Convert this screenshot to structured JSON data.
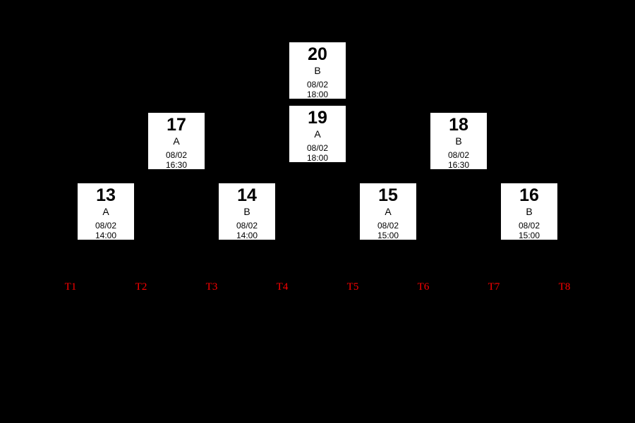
{
  "scene": {
    "background_color": "#000000",
    "match_box_color": "#ffffff",
    "match_text_color": "#000000",
    "team_label_color": "#ff0000"
  },
  "matches": [
    {
      "number": "13",
      "group": "A",
      "date": "08/02",
      "time": "14:00"
    },
    {
      "number": "14",
      "group": "B",
      "date": "08/02",
      "time": "14:00"
    },
    {
      "number": "15",
      "group": "A",
      "date": "08/02",
      "time": "15:00"
    },
    {
      "number": "16",
      "group": "B",
      "date": "08/02",
      "time": "15:00"
    },
    {
      "number": "17",
      "group": "A",
      "date": "08/02",
      "time": "16:30"
    },
    {
      "number": "18",
      "group": "B",
      "date": "08/02",
      "time": "16:30"
    },
    {
      "number": "19",
      "group": "A",
      "date": "08/02",
      "time": "18:00"
    },
    {
      "number": "20",
      "group": "B",
      "date": "08/02",
      "time": "18:00"
    }
  ],
  "teams": [
    {
      "label": "T1"
    },
    {
      "label": "T2"
    },
    {
      "label": "T3"
    },
    {
      "label": "T4"
    },
    {
      "label": "T5"
    },
    {
      "label": "T6"
    },
    {
      "label": "T7"
    },
    {
      "label": "T8"
    }
  ]
}
